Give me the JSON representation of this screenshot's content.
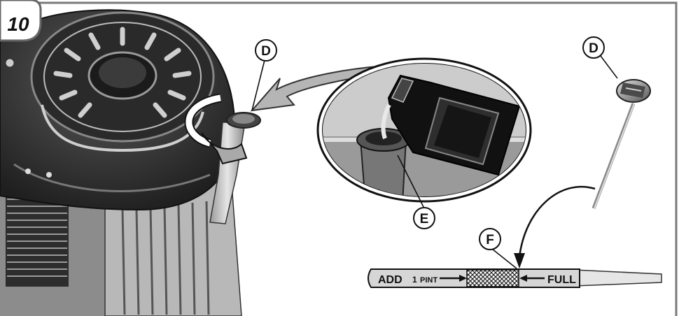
{
  "figure": {
    "step_number": "10",
    "callouts": {
      "d_engine": "D",
      "d_dipstick": "D",
      "e_filler": "E",
      "f_mark": "F"
    },
    "dipstick_scale": {
      "add_text": "ADD",
      "qty_text": "1",
      "pint_text": "PINT",
      "full_text": "FULL"
    }
  },
  "colors": {
    "engine_dark": "#3a3a3a",
    "engine_mid": "#7a7a7a",
    "engine_light": "#d9d9d9",
    "arrow_fill": "#b5b5b5",
    "frame": "#6a6a6a"
  },
  "icons": [
    "engine-illustration",
    "oil-bottle-icon",
    "oil-cap-icon",
    "rotate-arrow-icon",
    "pour-arrow-icon",
    "dipstick-icon"
  ]
}
